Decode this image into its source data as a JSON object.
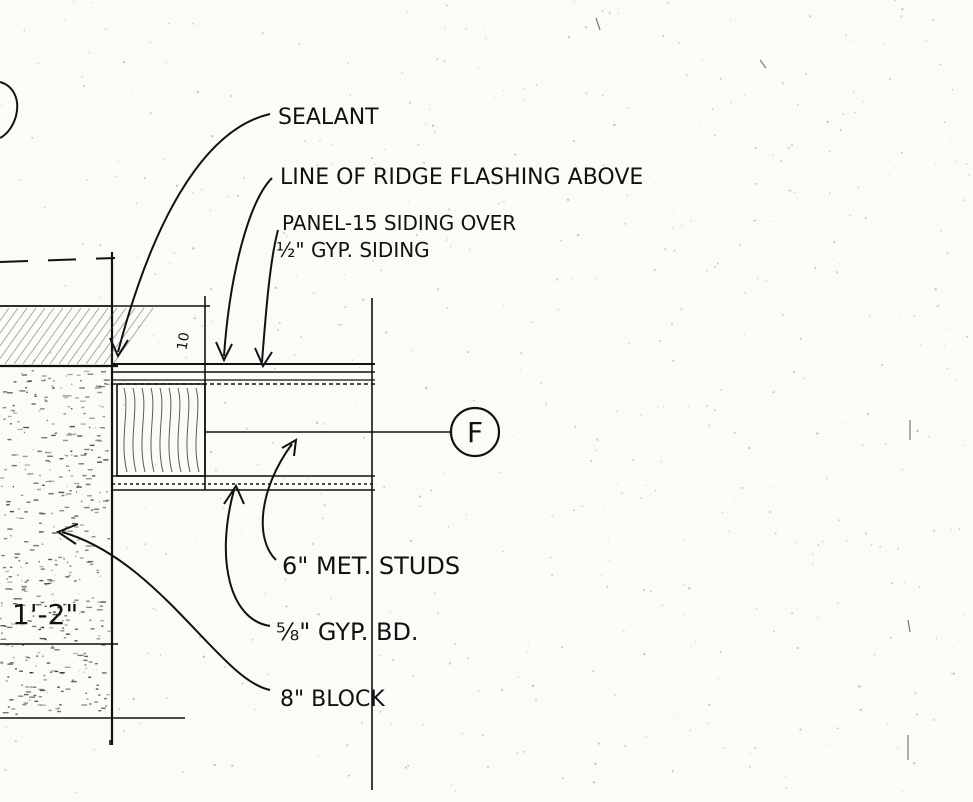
{
  "drawing": {
    "labels": {
      "sealant": "SEALANT",
      "ridge_flashing": "LINE OF RIDGE FLASHING ABOVE",
      "panel_siding_line1": "PANEL-15 SIDING OVER",
      "panel_siding_line2": "½\" GYP. SIDING",
      "met_studs": "6\" MET. STUDS",
      "gyp_bd": "⅝\" GYP. BD.",
      "block": "8\" BLOCK",
      "dimension": "1'-2\"",
      "small_dim": "10",
      "grid_bubble": "F"
    },
    "colors": {
      "ink": "#111111",
      "paper": "#fbfbf8",
      "speckle": "#8a8a8a"
    }
  }
}
